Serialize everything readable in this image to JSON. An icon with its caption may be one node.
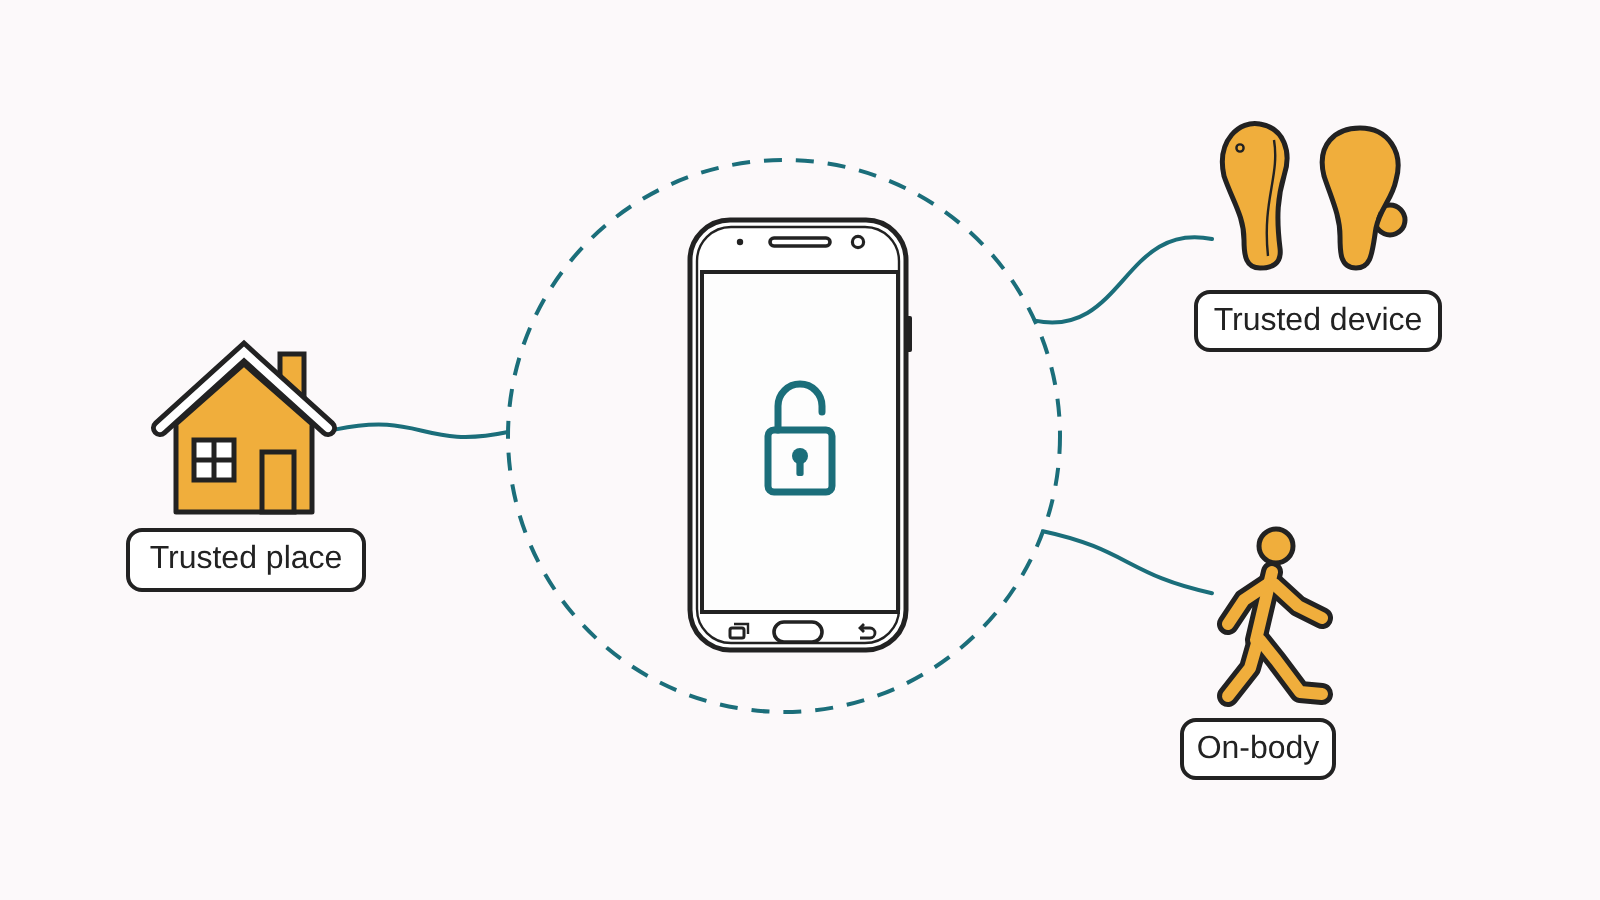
{
  "diagram": {
    "nodes": [
      {
        "text": [],
        "shape": "picture"
      },
      {
        "text": [
          "Trusted place"
        ]
      },
      {
        "text": [],
        "shape": "circle"
      },
      {
        "text": [],
        "shape": "picture",
        "in": 2
      },
      {
        "text": [],
        "shape": "picture"
      },
      {
        "text": [
          "Trusted device"
        ]
      },
      {
        "text": [],
        "shape": "picture"
      },
      {
        "text": [
          "On-body"
        ]
      }
    ],
    "edges": [
      {
        "from": 2,
        "to": 0,
        "arrow": "none"
      },
      {
        "from": 2,
        "to": 4,
        "arrow": "none"
      },
      {
        "from": 2,
        "to": 6,
        "arrow": "none"
      }
    ]
  }
}
